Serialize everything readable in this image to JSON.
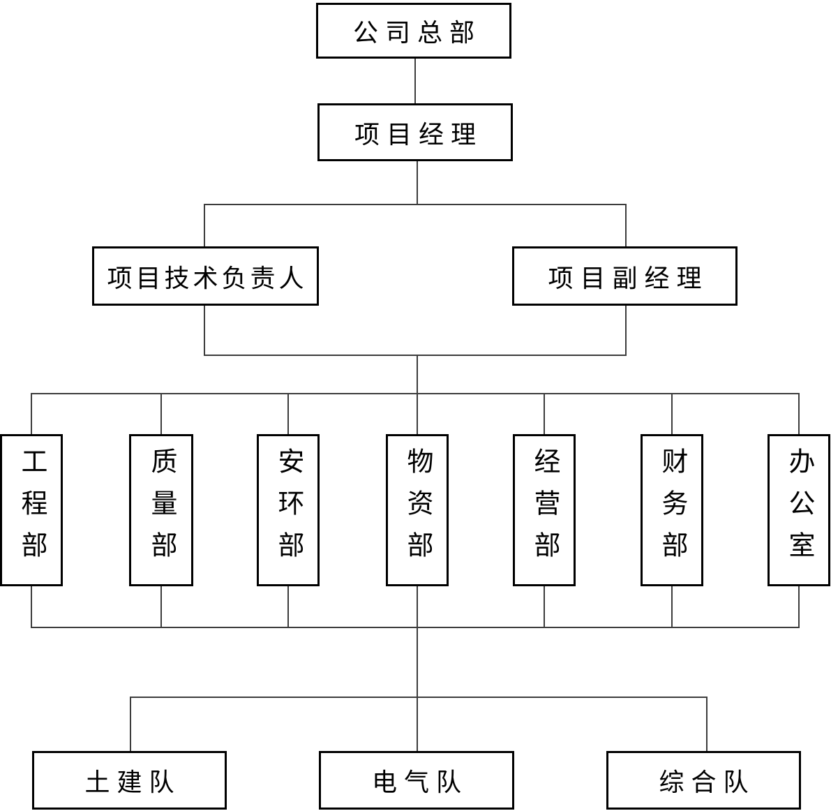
{
  "org_chart": {
    "type": "org-chart",
    "background_color": "#ffffff",
    "box_border_color": "#000000",
    "line_color": "#3c3c3c",
    "text_color": "#000000",
    "levels": [
      {
        "name": "headquarters",
        "nodes": [
          {
            "label": "公司总部"
          }
        ]
      },
      {
        "name": "project-manager",
        "nodes": [
          {
            "label": "项目经理"
          }
        ]
      },
      {
        "name": "management",
        "nodes": [
          {
            "label": "项目技术负责人"
          },
          {
            "label": "项目副经理"
          }
        ]
      },
      {
        "name": "departments",
        "nodes": [
          {
            "label": "工程部"
          },
          {
            "label": "质量部"
          },
          {
            "label": "安环部"
          },
          {
            "label": "物资部"
          },
          {
            "label": "经营部"
          },
          {
            "label": "财务部"
          },
          {
            "label": "办公室"
          }
        ]
      },
      {
        "name": "teams",
        "nodes": [
          {
            "label": "土建队"
          },
          {
            "label": "电气队"
          },
          {
            "label": "综合队"
          }
        ]
      }
    ]
  }
}
